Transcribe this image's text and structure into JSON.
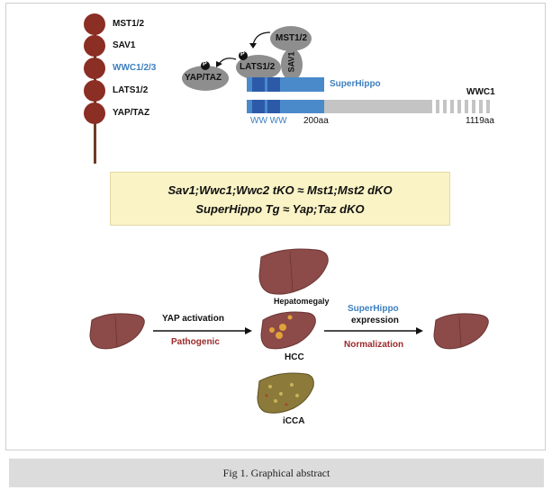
{
  "pathway": {
    "beads": [
      "MST1/2",
      "SAV1",
      "WWC1/2/3",
      "LATS1/2",
      "YAP/TAZ"
    ],
    "colors": {
      "bead": "#8b2e24",
      "stick": "#6b3e24",
      "highlight": "#3c7fbf"
    }
  },
  "complex": {
    "mst": "MST1/2",
    "sav": "SAV1",
    "lats": "LATS1/2",
    "yap": "YAP/TAZ",
    "phospho": "P",
    "superhippo_label": "SuperHippo",
    "wwc1_label": "WWC1",
    "ww_label": "WW WW",
    "aa200": "200aa",
    "aa1119": "1119aa"
  },
  "equations": {
    "line1": "Sav1;Wwc1;Wwc2 tKO  ≈  Mst1;Mst2 dKO",
    "line2": "SuperHippo Tg  ≈  Yap;Taz dKO"
  },
  "disease": {
    "yap_activation": "YAP activation",
    "pathogenic": "Pathogenic",
    "hepatomegaly": "Hepatomegaly",
    "hcc": "HCC",
    "icca": "iCCA",
    "superhippo": "SuperHippo",
    "expression": "expression",
    "normalization": "Normalization"
  },
  "caption": "Fig 1. Graphical abstract"
}
